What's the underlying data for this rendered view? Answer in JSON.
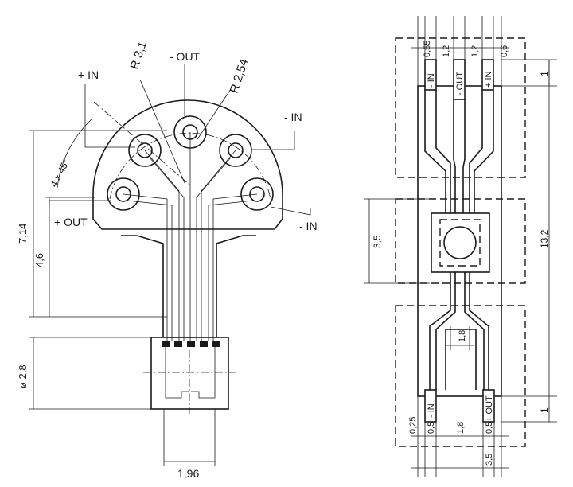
{
  "left_view": {
    "radius_outer_label": "R 3,1",
    "radius_pins_label": "R 2,54",
    "pin_labels": {
      "plus_in": "+ IN",
      "minus_out": "- OUT",
      "minus_in_upper": "- IN",
      "plus_out": "+ OUT",
      "minus_in_lower": "- IN"
    },
    "angle_label": "4 x 45°",
    "dim_height_total": "7,14",
    "dim_height_inner": "4,6",
    "dim_diameter": "ø 2,8",
    "dim_width": "1,96"
  },
  "right_view": {
    "top_dims": [
      "0,55",
      "1,2",
      "1,2",
      "0,6"
    ],
    "top_pin_labels": [
      "- IN",
      "- OUT",
      "+ IN"
    ],
    "dim_top_right": "1",
    "dim_height_total": "13,2",
    "dim_sensor": "3,5",
    "dim_center": "1,8",
    "bottom_pin_labels": [
      "- IN",
      "+ OUT"
    ],
    "dim_bottom_right": "1",
    "bottom_dims": [
      "0,25",
      "0,5",
      "1,8",
      "0,5"
    ],
    "dim_width_total": "3,5"
  }
}
